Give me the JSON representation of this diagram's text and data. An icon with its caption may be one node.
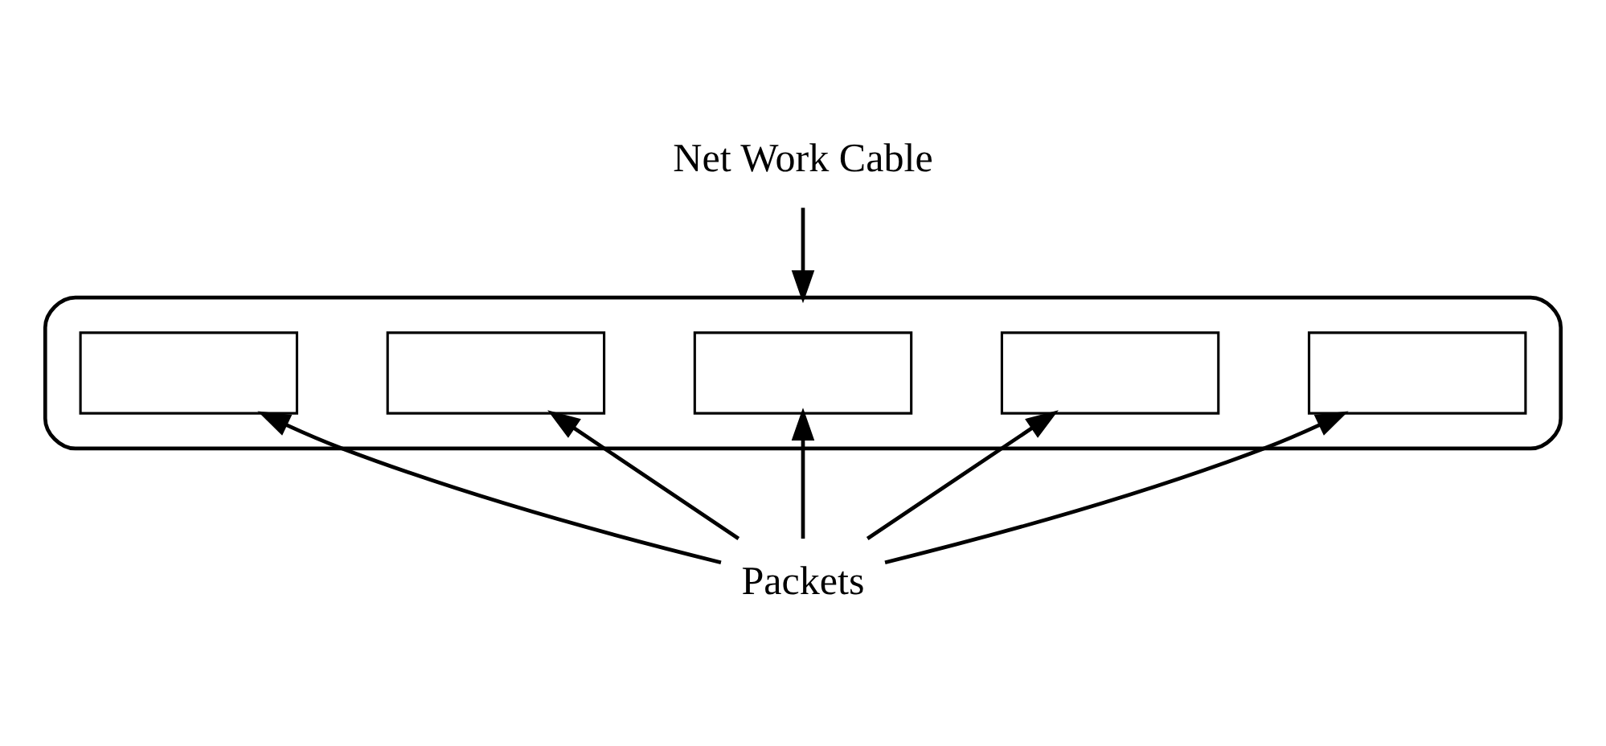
{
  "diagram": {
    "nodes": [
      {
        "text": [
          "Net Work Cable"
        ]
      },
      {
        "text": [],
        "shape": "arrow"
      },
      {
        "text": [],
        "shape": "box",
        "in": 1
      },
      {
        "text": [],
        "shape": "box",
        "in": 1
      },
      {
        "text": [],
        "shape": "box",
        "in": 1
      },
      {
        "text": [],
        "shape": "box",
        "in": 1
      },
      {
        "text": [],
        "shape": "box",
        "in": 1
      },
      {
        "text": [
          "Packets"
        ]
      }
    ],
    "edges": [
      {
        "from": 0,
        "to": 1,
        "arrow": "to"
      },
      {
        "from": 7,
        "to": 2,
        "arrow": "to"
      },
      {
        "from": 7,
        "to": 3,
        "arrow": "to"
      },
      {
        "from": 7,
        "to": 4,
        "arrow": "to"
      },
      {
        "from": 7,
        "to": 5,
        "arrow": "to"
      },
      {
        "from": 7,
        "to": 6,
        "arrow": "to"
      }
    ]
  }
}
